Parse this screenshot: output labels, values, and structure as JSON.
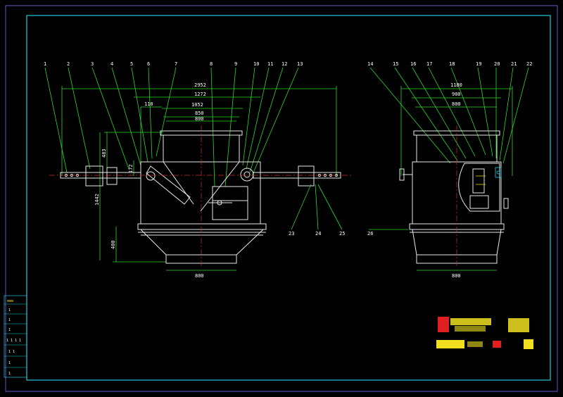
{
  "balloons_left": [
    "1",
    "2",
    "3",
    "4",
    "5",
    "6",
    "7",
    "8",
    "9",
    "10",
    "11",
    "12",
    "13"
  ],
  "balloons_right": [
    "14",
    "15",
    "16",
    "17",
    "18",
    "19",
    "20",
    "21",
    "22"
  ],
  "balloons_bottom": [
    "23",
    "24",
    "25",
    "26"
  ],
  "dims_front": {
    "overall": "2952",
    "d1272": "1272",
    "d110": "110",
    "d1052": "1052",
    "d850": "850",
    "d800_top": "800",
    "d800_bottom": "800",
    "h483": "483",
    "h172": "172",
    "h1442": "1442",
    "h400": "400"
  },
  "dims_side": {
    "d1180": "1180",
    "d900": "900",
    "d800_top": "800",
    "d800_bottom": "800"
  },
  "rev_table": [
    "mmm",
    "1",
    "1",
    "1",
    "1 1 1 1",
    "1 1",
    "1",
    "1"
  ],
  "colors": {
    "frame": "#24c8d8",
    "dimension": "#2fd62f",
    "outline": "#e8e8e8",
    "centerline": "#d23030",
    "title_block_red": "#e02020",
    "title_block_yellow": "#f0e020"
  }
}
